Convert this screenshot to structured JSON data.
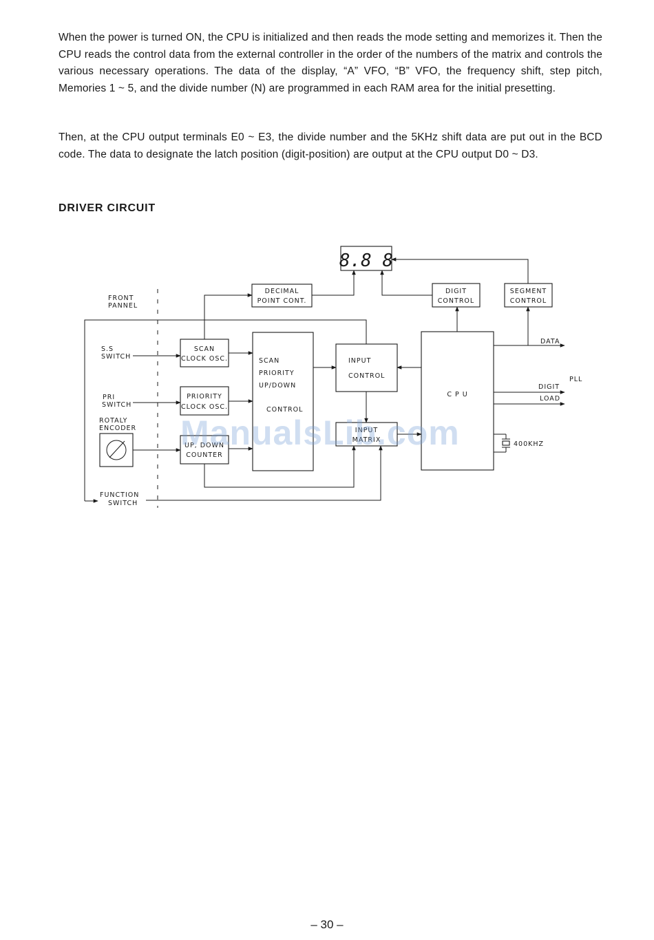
{
  "paragraphs": {
    "p1": "When the power is turned ON, the CPU is initialized and then reads the mode setting and memorizes it. Then the CPU reads the control data from the external controller in the order of the numbers of the matrix and controls the various necessary operations. The data of the display, “A” VFO, “B” VFO, the frequency shift, step pitch, Memories 1 ~ 5, and the divide number (N) are programmed in each RAM area for the initial presetting.",
    "p2": "Then, at the CPU output terminals E0 ~ E3, the divide number and the 5KHz shift data are put out in the BCD code. The data to designate the latch position (digit-position) are output at the CPU output D0 ~ D3."
  },
  "heading": "DRIVER CIRCUIT",
  "diagram": {
    "display": "8.8 8",
    "blocks": {
      "decimal_line1": "DECIMAL",
      "decimal_line2": "POINT CONT.",
      "digit_line1": "DIGIT",
      "digit_line2": "CONTROL",
      "segment_line1": "SEGMENT",
      "segment_line2": "CONTROL",
      "scan_line1": "SCAN",
      "scan_line2": "CLOCK OSC.",
      "priority_line1": "PRIORITY",
      "priority_line2": "CLOCK OSC.",
      "counter_line1": "UP, DOWN",
      "counter_line2": "COUNTER",
      "control_line1": "SCAN",
      "control_line2": "PRIORITY",
      "control_line3": "UP/DOWN",
      "control_line4": "CONTROL",
      "input_control_line1": "INPUT",
      "input_control_line2": "CONTROL",
      "input_matrix_line1": "INPUT",
      "input_matrix_line2": "MATRIX",
      "cpu": "C P U"
    },
    "labels": {
      "front_line1": "FRONT",
      "front_line2": "PANNEL",
      "ss_line1": "S.S",
      "ss_line2": "SWITCH",
      "pri_line1": "PRI",
      "pri_line2": "SWITCH",
      "rotaly_line1": "ROTALY",
      "rotaly_line2": "ENCODER",
      "function_line1": "FUNCTION",
      "function_line2": "SWITCH",
      "data": "DATA",
      "pll": "PLL",
      "digit": "DIGIT",
      "load": "LOAD",
      "crystal": "400KHZ"
    }
  },
  "watermark": "ManualsLib.com",
  "page_number": "– 30 –"
}
